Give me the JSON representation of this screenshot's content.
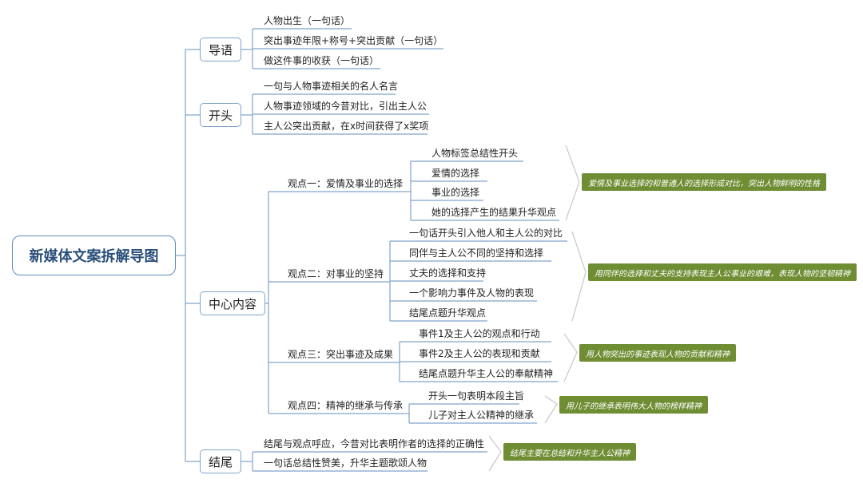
{
  "root": "新媒体文案拆解导图",
  "sections": {
    "intro": {
      "label": "导语",
      "items": [
        "人物出生（一句话）",
        "突出事迹年限+称号+突出贡献（一句话）",
        "做这件事的收获（一句话）"
      ]
    },
    "opening": {
      "label": "开头",
      "items": [
        "一句与人物事迹相关的名人名言",
        "人物事迹领域的今昔对比，引出主人公",
        "主人公突出贡献，在x时间获得了x奖项"
      ]
    },
    "core": {
      "label": "中心内容",
      "points": [
        {
          "label": "观点一：爱情及事业的选择",
          "items": [
            "人物标签总结性开头",
            "爱情的选择",
            "事业的选择",
            "她的选择产生的结果升华观点"
          ],
          "note": "爱情及事业选择的和普通人的选择形成对比，突出人物鲜明的性格"
        },
        {
          "label": "观点二：对事业的坚持",
          "items": [
            "一句话开头引入他人和主人公的对比",
            "同伴与主人公不同的坚持和选择",
            "丈夫的选择和支持",
            "一个影响力事件及人物的表现",
            "结尾点题升华观点"
          ],
          "note": "用同伴的选择和丈夫的支持表现主人公事业的艰难，表现人物的坚韧精神"
        },
        {
          "label": "观点三：突出事迹及成果",
          "items": [
            "事件1及主人公的观点和行动",
            "事件2及主人公的表现和贡献",
            "结尾点题升华主人公的奉献精神"
          ],
          "note": "用人物突出的事迹表现人物的贡献和精神"
        },
        {
          "label": "观点四：精神的继承与传承",
          "items": [
            "开头一句表明本段主旨",
            "儿子对主人公精神的继承"
          ],
          "note": "用儿子的继承表明伟大人物的榜样精神"
        }
      ]
    },
    "ending": {
      "label": "结尾",
      "items": [
        "结尾与观点呼应，今昔对比表明作者的选择的正确性",
        "一句话总结性赞美，升华主题歌颂人物"
      ],
      "note": "结尾主要在总结和升华主人公精神"
    }
  }
}
